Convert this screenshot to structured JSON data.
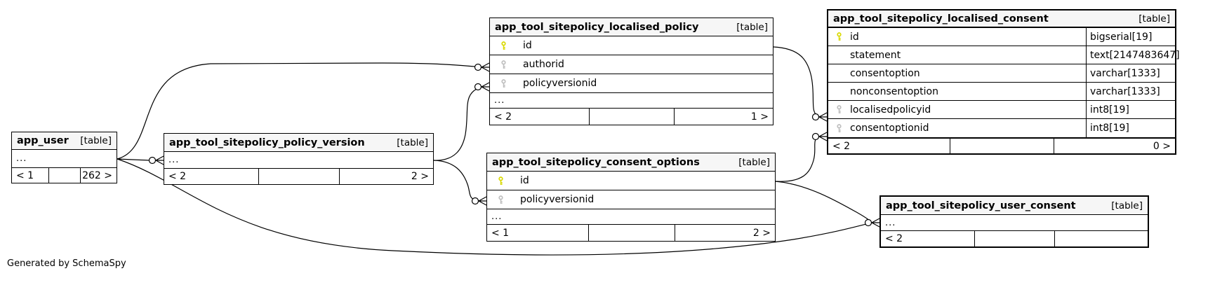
{
  "page": {
    "credit": "Generated by SchemaSpy",
    "background_color": "#ffffff",
    "line_color": "#000000",
    "header_fill_color": "#f6f6f6"
  },
  "icons": {
    "primary_key": {
      "name": "primary-key-icon",
      "color": "#d9d900"
    },
    "foreign_key": {
      "name": "foreign-key-icon",
      "color": "#bfbfbf"
    },
    "zero_or_many_connector": {
      "name": "zero-or-many-connector",
      "shape": "open-circle-with-crow-foot"
    }
  },
  "tables": [
    {
      "name": "app_user",
      "tag": "[table]",
      "ellipsis": "...",
      "columns": [],
      "footer": {
        "left": "< 1",
        "middle": "",
        "right": "262 >"
      }
    },
    {
      "name": "app_tool_sitepolicy_policy_version",
      "tag": "[table]",
      "ellipsis": "...",
      "columns": [],
      "footer": {
        "left": "< 2",
        "middle": "",
        "right": "2 >"
      }
    },
    {
      "name": "app_tool_sitepolicy_localised_policy",
      "tag": "[table]",
      "ellipsis": "...",
      "columns": [
        {
          "name": "id",
          "key": "primary"
        },
        {
          "name": "authorid",
          "key": "foreign"
        },
        {
          "name": "policyversionid",
          "key": "foreign"
        }
      ],
      "footer": {
        "left": "< 2",
        "middle": "",
        "right": "1 >"
      }
    },
    {
      "name": "app_tool_sitepolicy_consent_options",
      "tag": "[table]",
      "ellipsis": "...",
      "columns": [
        {
          "name": "id",
          "key": "primary"
        },
        {
          "name": "policyversionid",
          "key": "foreign"
        }
      ],
      "footer": {
        "left": "< 1",
        "middle": "",
        "right": "2 >"
      }
    },
    {
      "name": "app_tool_sitepolicy_localised_consent",
      "tag": "[table]",
      "ellipsis": "",
      "columns": [
        {
          "name": "id",
          "key": "primary",
          "type": "bigserial[19]"
        },
        {
          "name": "statement",
          "key": "",
          "type": "text[2147483647]"
        },
        {
          "name": "consentoption",
          "key": "",
          "type": "varchar[1333]"
        },
        {
          "name": "nonconsentoption",
          "key": "",
          "type": "varchar[1333]"
        },
        {
          "name": "localisedpolicyid",
          "key": "foreign",
          "type": "int8[19]"
        },
        {
          "name": "consentoptionid",
          "key": "foreign",
          "type": "int8[19]"
        }
      ],
      "footer": {
        "left": "< 2",
        "middle": "",
        "right": "0 >"
      }
    },
    {
      "name": "app_tool_sitepolicy_user_consent",
      "tag": "[table]",
      "ellipsis": "...",
      "columns": [],
      "footer": {
        "left": "< 2",
        "middle": "",
        "right": ""
      }
    }
  ],
  "relationships": [
    {
      "from": "app_user",
      "to": "app_tool_sitepolicy_policy_version"
    },
    {
      "from": "app_user",
      "to": "app_tool_sitepolicy_localised_policy.authorid"
    },
    {
      "from": "app_user",
      "to": "app_tool_sitepolicy_user_consent"
    },
    {
      "from": "app_tool_sitepolicy_policy_version",
      "to": "app_tool_sitepolicy_localised_policy.policyversionid"
    },
    {
      "from": "app_tool_sitepolicy_policy_version",
      "to": "app_tool_sitepolicy_consent_options.policyversionid"
    },
    {
      "from": "app_tool_sitepolicy_localised_policy.id",
      "to": "app_tool_sitepolicy_localised_consent.localisedpolicyid"
    },
    {
      "from": "app_tool_sitepolicy_consent_options.id",
      "to": "app_tool_sitepolicy_localised_consent.consentoptionid"
    },
    {
      "from": "app_tool_sitepolicy_consent_options.id",
      "to": "app_tool_sitepolicy_user_consent"
    }
  ]
}
